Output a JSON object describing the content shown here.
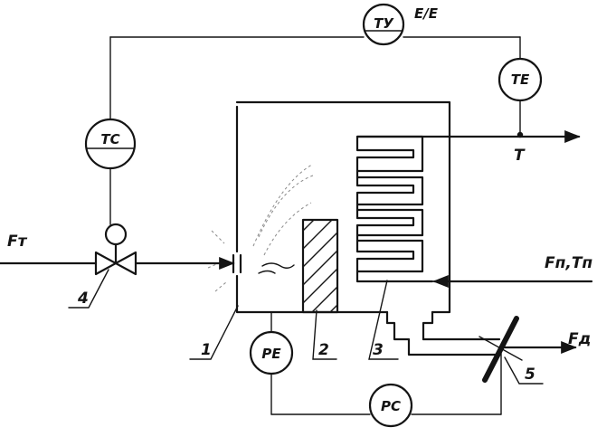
{
  "instruments": {
    "ty": "ТУ",
    "te": "TE",
    "tc": "TC",
    "pe": "PE",
    "pc": "PC"
  },
  "annotations": {
    "signal_type": "E/E",
    "temperature_out": "T"
  },
  "flows": {
    "fuel": "Fт",
    "feed": "Fп,Tп",
    "flue": "Fд"
  },
  "callouts": [
    "1",
    "2",
    "3",
    "4",
    "5"
  ]
}
